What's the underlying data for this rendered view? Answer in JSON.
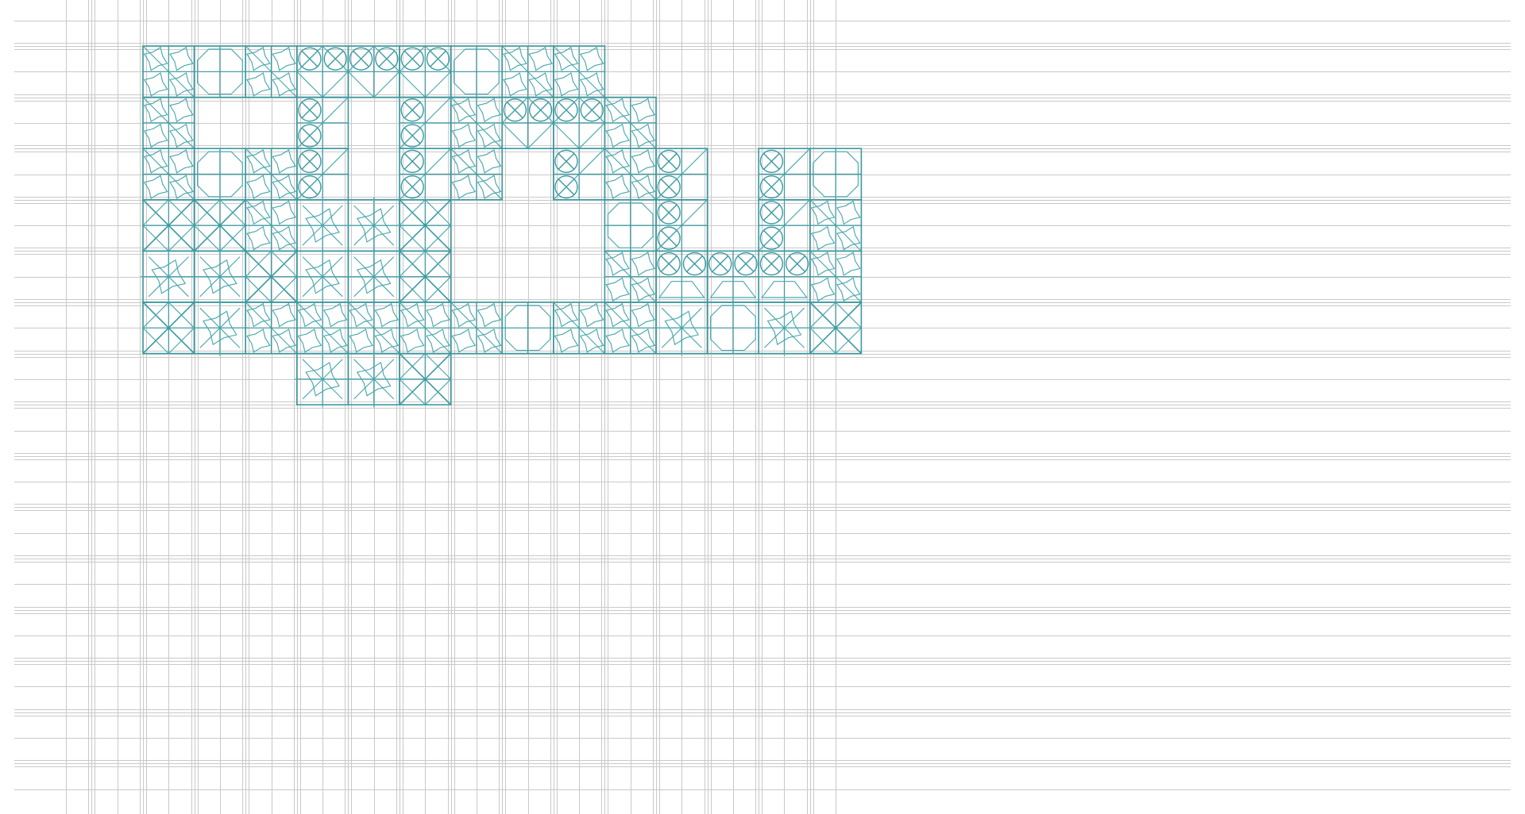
{
  "canvas": {
    "background": "#ffffff",
    "guide_color": "#c9c9c9",
    "pattern_color": "#3a9aa0"
  },
  "diagram": {
    "type": "geometric-tiling",
    "grid_unit_cells": 2,
    "tiles": [
      {
        "col": 0,
        "row": 0,
        "kind": "stars"
      },
      {
        "col": 1,
        "row": 0,
        "kind": "octagon"
      },
      {
        "col": 2,
        "row": 0,
        "kind": "stars"
      },
      {
        "col": 3,
        "row": 0,
        "kind": "rosette-grid"
      },
      {
        "col": 4,
        "row": 0,
        "kind": "rosette-grid"
      },
      {
        "col": 5,
        "row": 0,
        "kind": "rosette-grid"
      },
      {
        "col": 6,
        "row": 0,
        "kind": "octagon"
      },
      {
        "col": 7,
        "row": 0,
        "kind": "stars"
      },
      {
        "col": 8,
        "row": 0,
        "kind": "stars"
      },
      {
        "col": 0,
        "row": 1,
        "kind": "stars"
      },
      {
        "col": 3,
        "row": 1,
        "kind": "rosette-column"
      },
      {
        "col": 5,
        "row": 1,
        "kind": "rosette-column"
      },
      {
        "col": 6,
        "row": 1,
        "kind": "stars"
      },
      {
        "col": 7,
        "row": 1,
        "kind": "rosette-grid"
      },
      {
        "col": 8,
        "row": 1,
        "kind": "rosette-grid"
      },
      {
        "col": 9,
        "row": 1,
        "kind": "stars"
      },
      {
        "col": 0,
        "row": 2,
        "kind": "stars"
      },
      {
        "col": 1,
        "row": 2,
        "kind": "octagon"
      },
      {
        "col": 2,
        "row": 2,
        "kind": "stars"
      },
      {
        "col": 3,
        "row": 2,
        "kind": "rosette-column"
      },
      {
        "col": 5,
        "row": 2,
        "kind": "rosette-column"
      },
      {
        "col": 6,
        "row": 2,
        "kind": "stars"
      },
      {
        "col": 8,
        "row": 2,
        "kind": "rosette-column"
      },
      {
        "col": 9,
        "row": 2,
        "kind": "stars"
      },
      {
        "col": 10,
        "row": 2,
        "kind": "rosette-column"
      },
      {
        "col": 12,
        "row": 2,
        "kind": "rosette-column"
      },
      {
        "col": 13,
        "row": 2,
        "kind": "octagon"
      },
      {
        "col": 0,
        "row": 3,
        "kind": "cross"
      },
      {
        "col": 1,
        "row": 3,
        "kind": "cross"
      },
      {
        "col": 2,
        "row": 3,
        "kind": "stars"
      },
      {
        "col": 3,
        "row": 3,
        "kind": "burst"
      },
      {
        "col": 4,
        "row": 3,
        "kind": "burst"
      },
      {
        "col": 5,
        "row": 3,
        "kind": "cross"
      },
      {
        "col": 9,
        "row": 3,
        "kind": "octagon"
      },
      {
        "col": 10,
        "row": 3,
        "kind": "rosette-column"
      },
      {
        "col": 12,
        "row": 3,
        "kind": "rosette-column"
      },
      {
        "col": 13,
        "row": 3,
        "kind": "stars"
      },
      {
        "col": 0,
        "row": 4,
        "kind": "burst"
      },
      {
        "col": 1,
        "row": 4,
        "kind": "burst"
      },
      {
        "col": 2,
        "row": 4,
        "kind": "cross"
      },
      {
        "col": 3,
        "row": 4,
        "kind": "burst"
      },
      {
        "col": 4,
        "row": 4,
        "kind": "burst"
      },
      {
        "col": 5,
        "row": 4,
        "kind": "cross"
      },
      {
        "col": 9,
        "row": 4,
        "kind": "stars"
      },
      {
        "col": 10,
        "row": 4,
        "kind": "rosette-row"
      },
      {
        "col": 11,
        "row": 4,
        "kind": "rosette-row"
      },
      {
        "col": 12,
        "row": 4,
        "kind": "rosette-row"
      },
      {
        "col": 13,
        "row": 4,
        "kind": "stars"
      },
      {
        "col": 0,
        "row": 5,
        "kind": "cross"
      },
      {
        "col": 1,
        "row": 5,
        "kind": "burst"
      },
      {
        "col": 2,
        "row": 5,
        "kind": "stars"
      },
      {
        "col": 3,
        "row": 5,
        "kind": "stars"
      },
      {
        "col": 4,
        "row": 5,
        "kind": "stars"
      },
      {
        "col": 5,
        "row": 5,
        "kind": "stars"
      },
      {
        "col": 6,
        "row": 5,
        "kind": "stars"
      },
      {
        "col": 7,
        "row": 5,
        "kind": "octagon"
      },
      {
        "col": 8,
        "row": 5,
        "kind": "stars"
      },
      {
        "col": 9,
        "row": 5,
        "kind": "stars"
      },
      {
        "col": 10,
        "row": 5,
        "kind": "burst"
      },
      {
        "col": 11,
        "row": 5,
        "kind": "octagon"
      },
      {
        "col": 12,
        "row": 5,
        "kind": "burst"
      },
      {
        "col": 13,
        "row": 5,
        "kind": "cross"
      },
      {
        "col": 3,
        "row": 6,
        "kind": "burst"
      },
      {
        "col": 4,
        "row": 6,
        "kind": "burst"
      },
      {
        "col": 5,
        "row": 6,
        "kind": "cross"
      }
    ]
  }
}
